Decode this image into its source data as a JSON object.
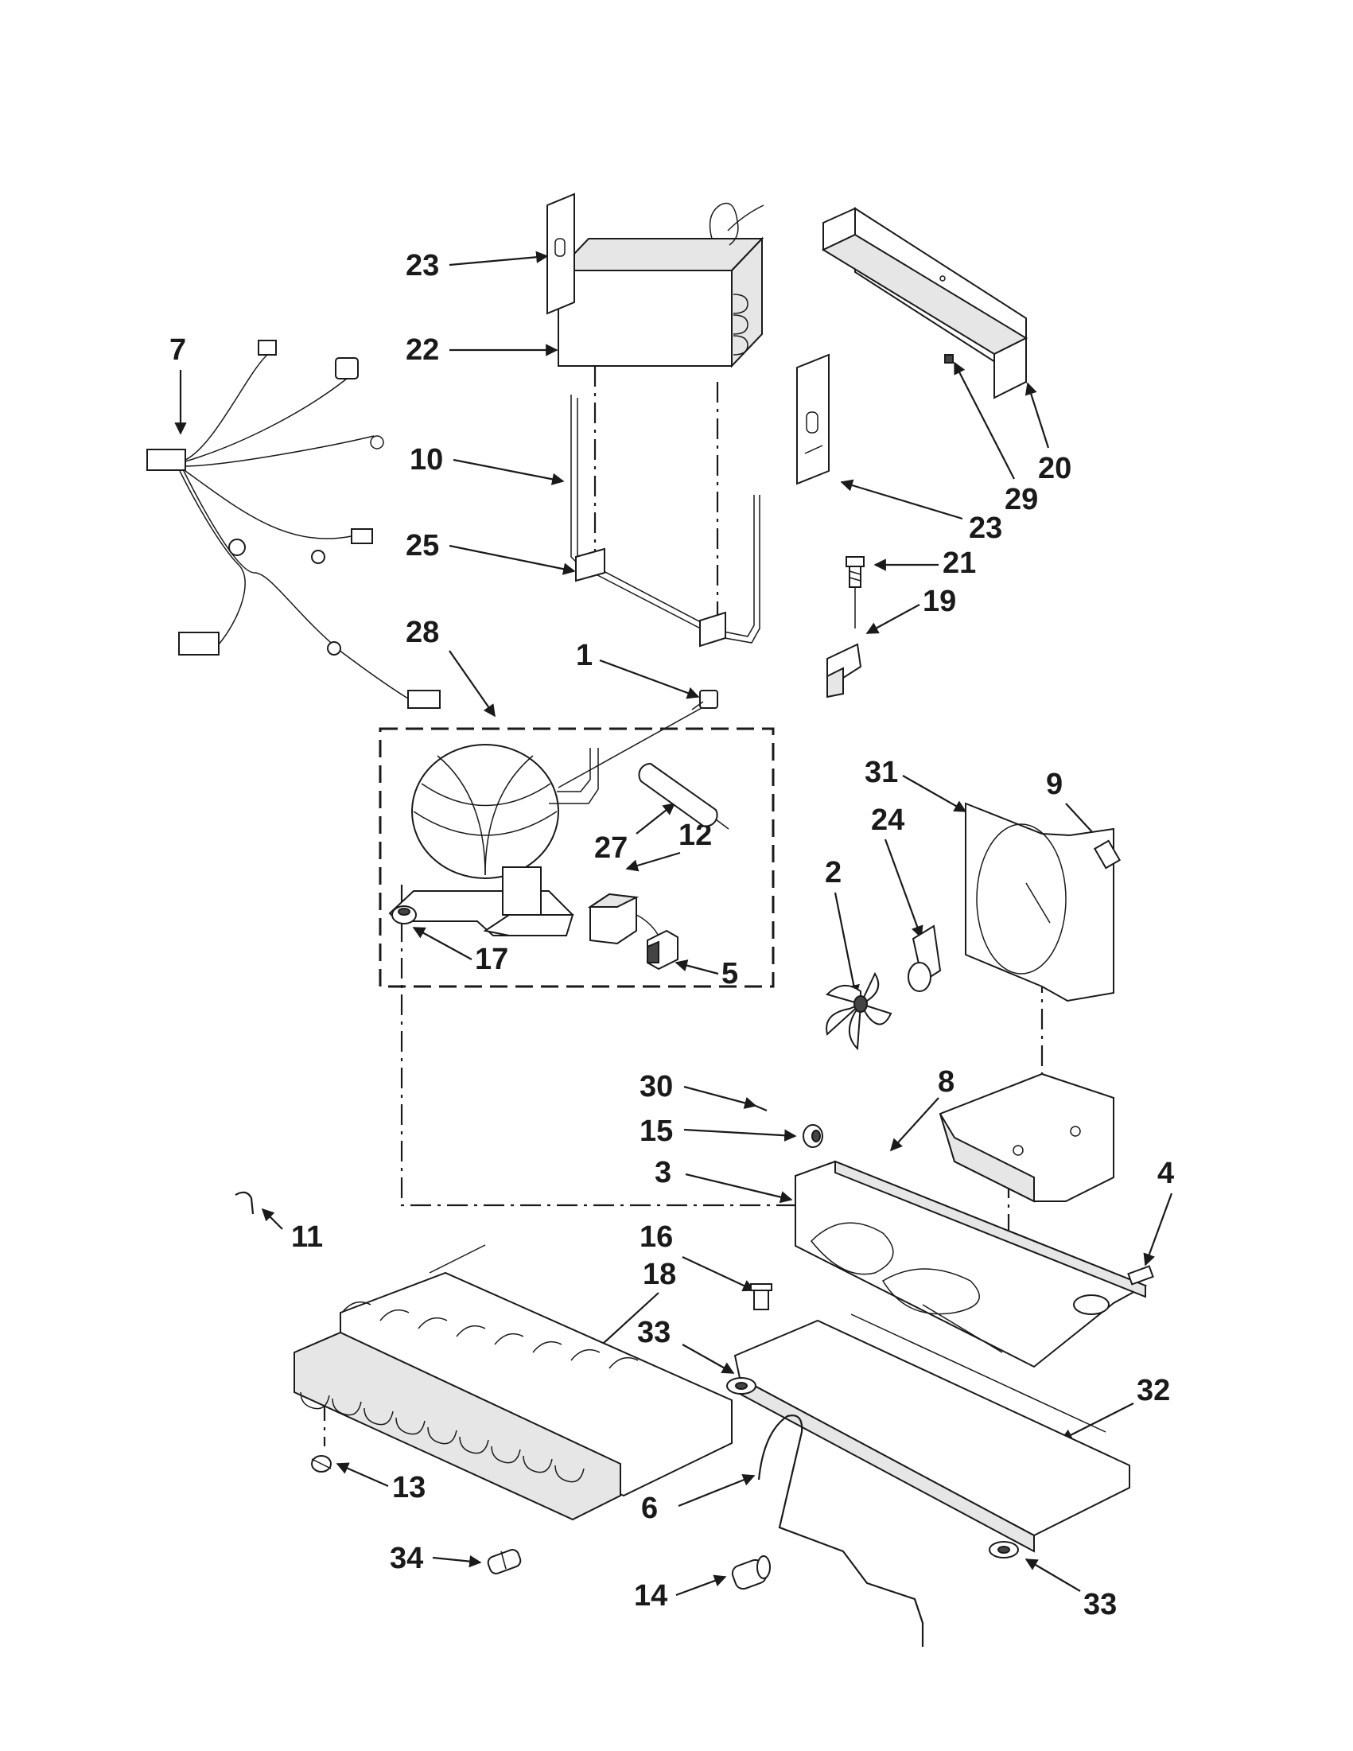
{
  "diagram": {
    "callouts": [
      {
        "id": "c23a",
        "label": "23"
      },
      {
        "id": "c22",
        "label": "22"
      },
      {
        "id": "c7",
        "label": "7"
      },
      {
        "id": "c10",
        "label": "10"
      },
      {
        "id": "c25",
        "label": "25"
      },
      {
        "id": "c23b",
        "label": "23"
      },
      {
        "id": "c29",
        "label": "29"
      },
      {
        "id": "c20",
        "label": "20"
      },
      {
        "id": "c21",
        "label": "21"
      },
      {
        "id": "c19",
        "label": "19"
      },
      {
        "id": "c28",
        "label": "28"
      },
      {
        "id": "c1",
        "label": "1"
      },
      {
        "id": "c31",
        "label": "31"
      },
      {
        "id": "c9",
        "label": "9"
      },
      {
        "id": "c24",
        "label": "24"
      },
      {
        "id": "c27",
        "label": "27"
      },
      {
        "id": "c12",
        "label": "12"
      },
      {
        "id": "c2",
        "label": "2"
      },
      {
        "id": "c17",
        "label": "17"
      },
      {
        "id": "c5",
        "label": "5"
      },
      {
        "id": "c30",
        "label": "30"
      },
      {
        "id": "c8",
        "label": "8"
      },
      {
        "id": "c15",
        "label": "15"
      },
      {
        "id": "c3",
        "label": "3"
      },
      {
        "id": "c4",
        "label": "4"
      },
      {
        "id": "c11",
        "label": "11"
      },
      {
        "id": "c16",
        "label": "16"
      },
      {
        "id": "c18",
        "label": "18"
      },
      {
        "id": "c33a",
        "label": "33"
      },
      {
        "id": "c32",
        "label": "32"
      },
      {
        "id": "c13",
        "label": "13"
      },
      {
        "id": "c6",
        "label": "6"
      },
      {
        "id": "c34",
        "label": "34"
      },
      {
        "id": "c14",
        "label": "14"
      },
      {
        "id": "c33b",
        "label": "33"
      }
    ]
  }
}
